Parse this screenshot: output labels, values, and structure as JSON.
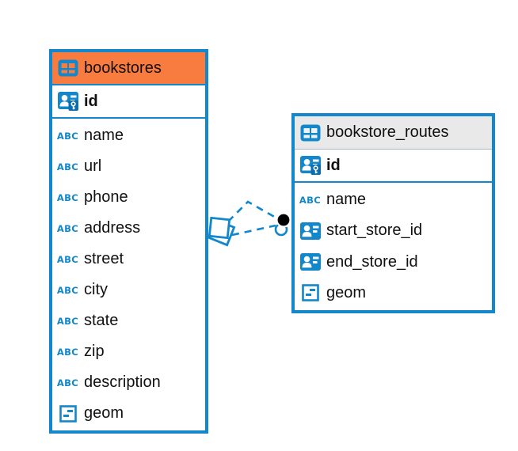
{
  "colors": {
    "accent": "#1287CB",
    "header_selected": "#F87B3F",
    "header_plain": "#E9E9E9",
    "text": "#111111",
    "pk_key_badge": "#0D6DB3",
    "endpoint_dot": "#000000"
  },
  "icons": {
    "text_type_glyph": "ABC"
  },
  "tables": [
    {
      "name": "bookstores",
      "selected": true,
      "primary_key": {
        "name": "id",
        "type": "primary-key"
      },
      "columns": [
        {
          "name": "name",
          "type": "text"
        },
        {
          "name": "url",
          "type": "text"
        },
        {
          "name": "phone",
          "type": "text"
        },
        {
          "name": "address",
          "type": "text"
        },
        {
          "name": "street",
          "type": "text"
        },
        {
          "name": "city",
          "type": "text"
        },
        {
          "name": "state",
          "type": "text"
        },
        {
          "name": "zip",
          "type": "text"
        },
        {
          "name": "description",
          "type": "text"
        },
        {
          "name": "geom",
          "type": "geometry"
        }
      ]
    },
    {
      "name": "bookstore_routes",
      "selected": false,
      "primary_key": {
        "name": "id",
        "type": "primary-key"
      },
      "columns": [
        {
          "name": "name",
          "type": "text"
        },
        {
          "name": "start_store_id",
          "type": "foreign-key"
        },
        {
          "name": "end_store_id",
          "type": "foreign-key"
        },
        {
          "name": "geom",
          "type": "geometry"
        }
      ]
    }
  ],
  "relationships": [
    {
      "from_table": "bookstore_routes",
      "from_column": "start_store_id",
      "to_table": "bookstores",
      "to_column": "id",
      "line_style": "dashed"
    },
    {
      "from_table": "bookstore_routes",
      "from_column": "end_store_id",
      "to_table": "bookstores",
      "to_column": "id",
      "line_style": "dashed"
    }
  ]
}
